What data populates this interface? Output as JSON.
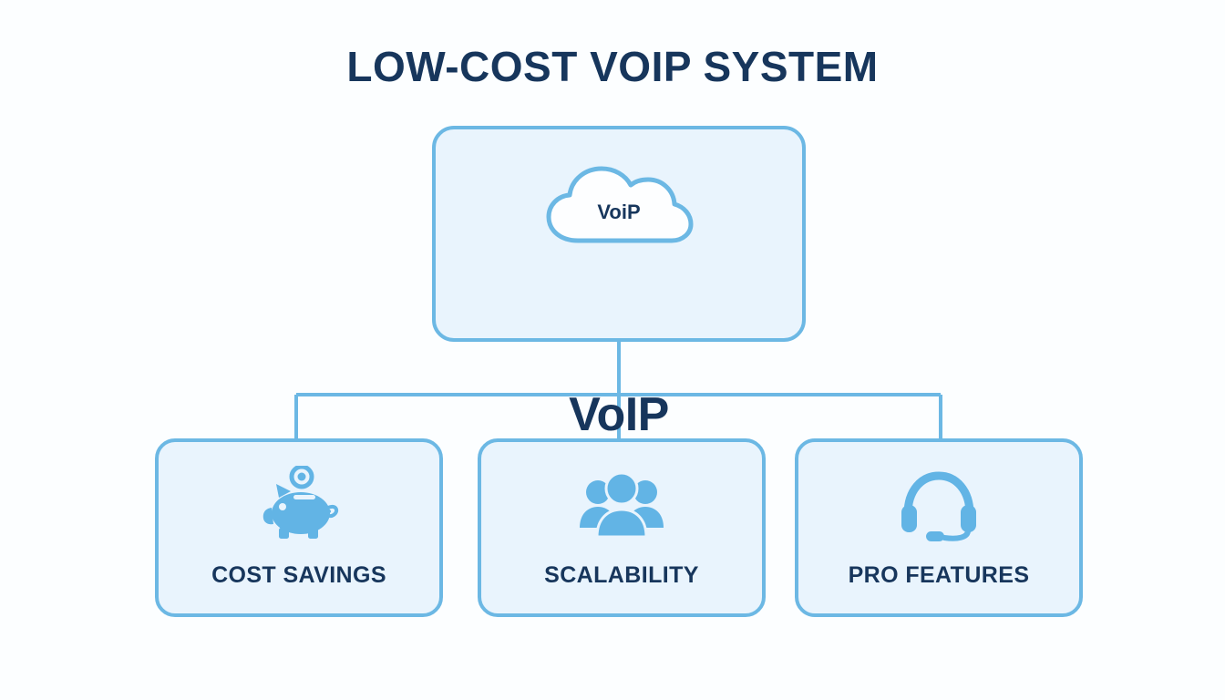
{
  "diagram": {
    "title": "LOW-COST VOIP SYSTEM",
    "background_color": "#fcfeff",
    "accent_color": "#6cb8e4",
    "card_fill_color": "#e9f4fd",
    "text_color": "#17365c",
    "icon_color": "#62b4e5"
  },
  "root_node": {
    "label": "VoIP",
    "icon": "cloud-icon",
    "icon_text": "VoiP"
  },
  "child_nodes": [
    {
      "label": "COST SAVINGS",
      "icon": "piggy-bank-icon"
    },
    {
      "label": "SCALABILITY",
      "icon": "people-group-icon"
    },
    {
      "label": "PRO FEATURES",
      "icon": "headset-icon"
    }
  ]
}
